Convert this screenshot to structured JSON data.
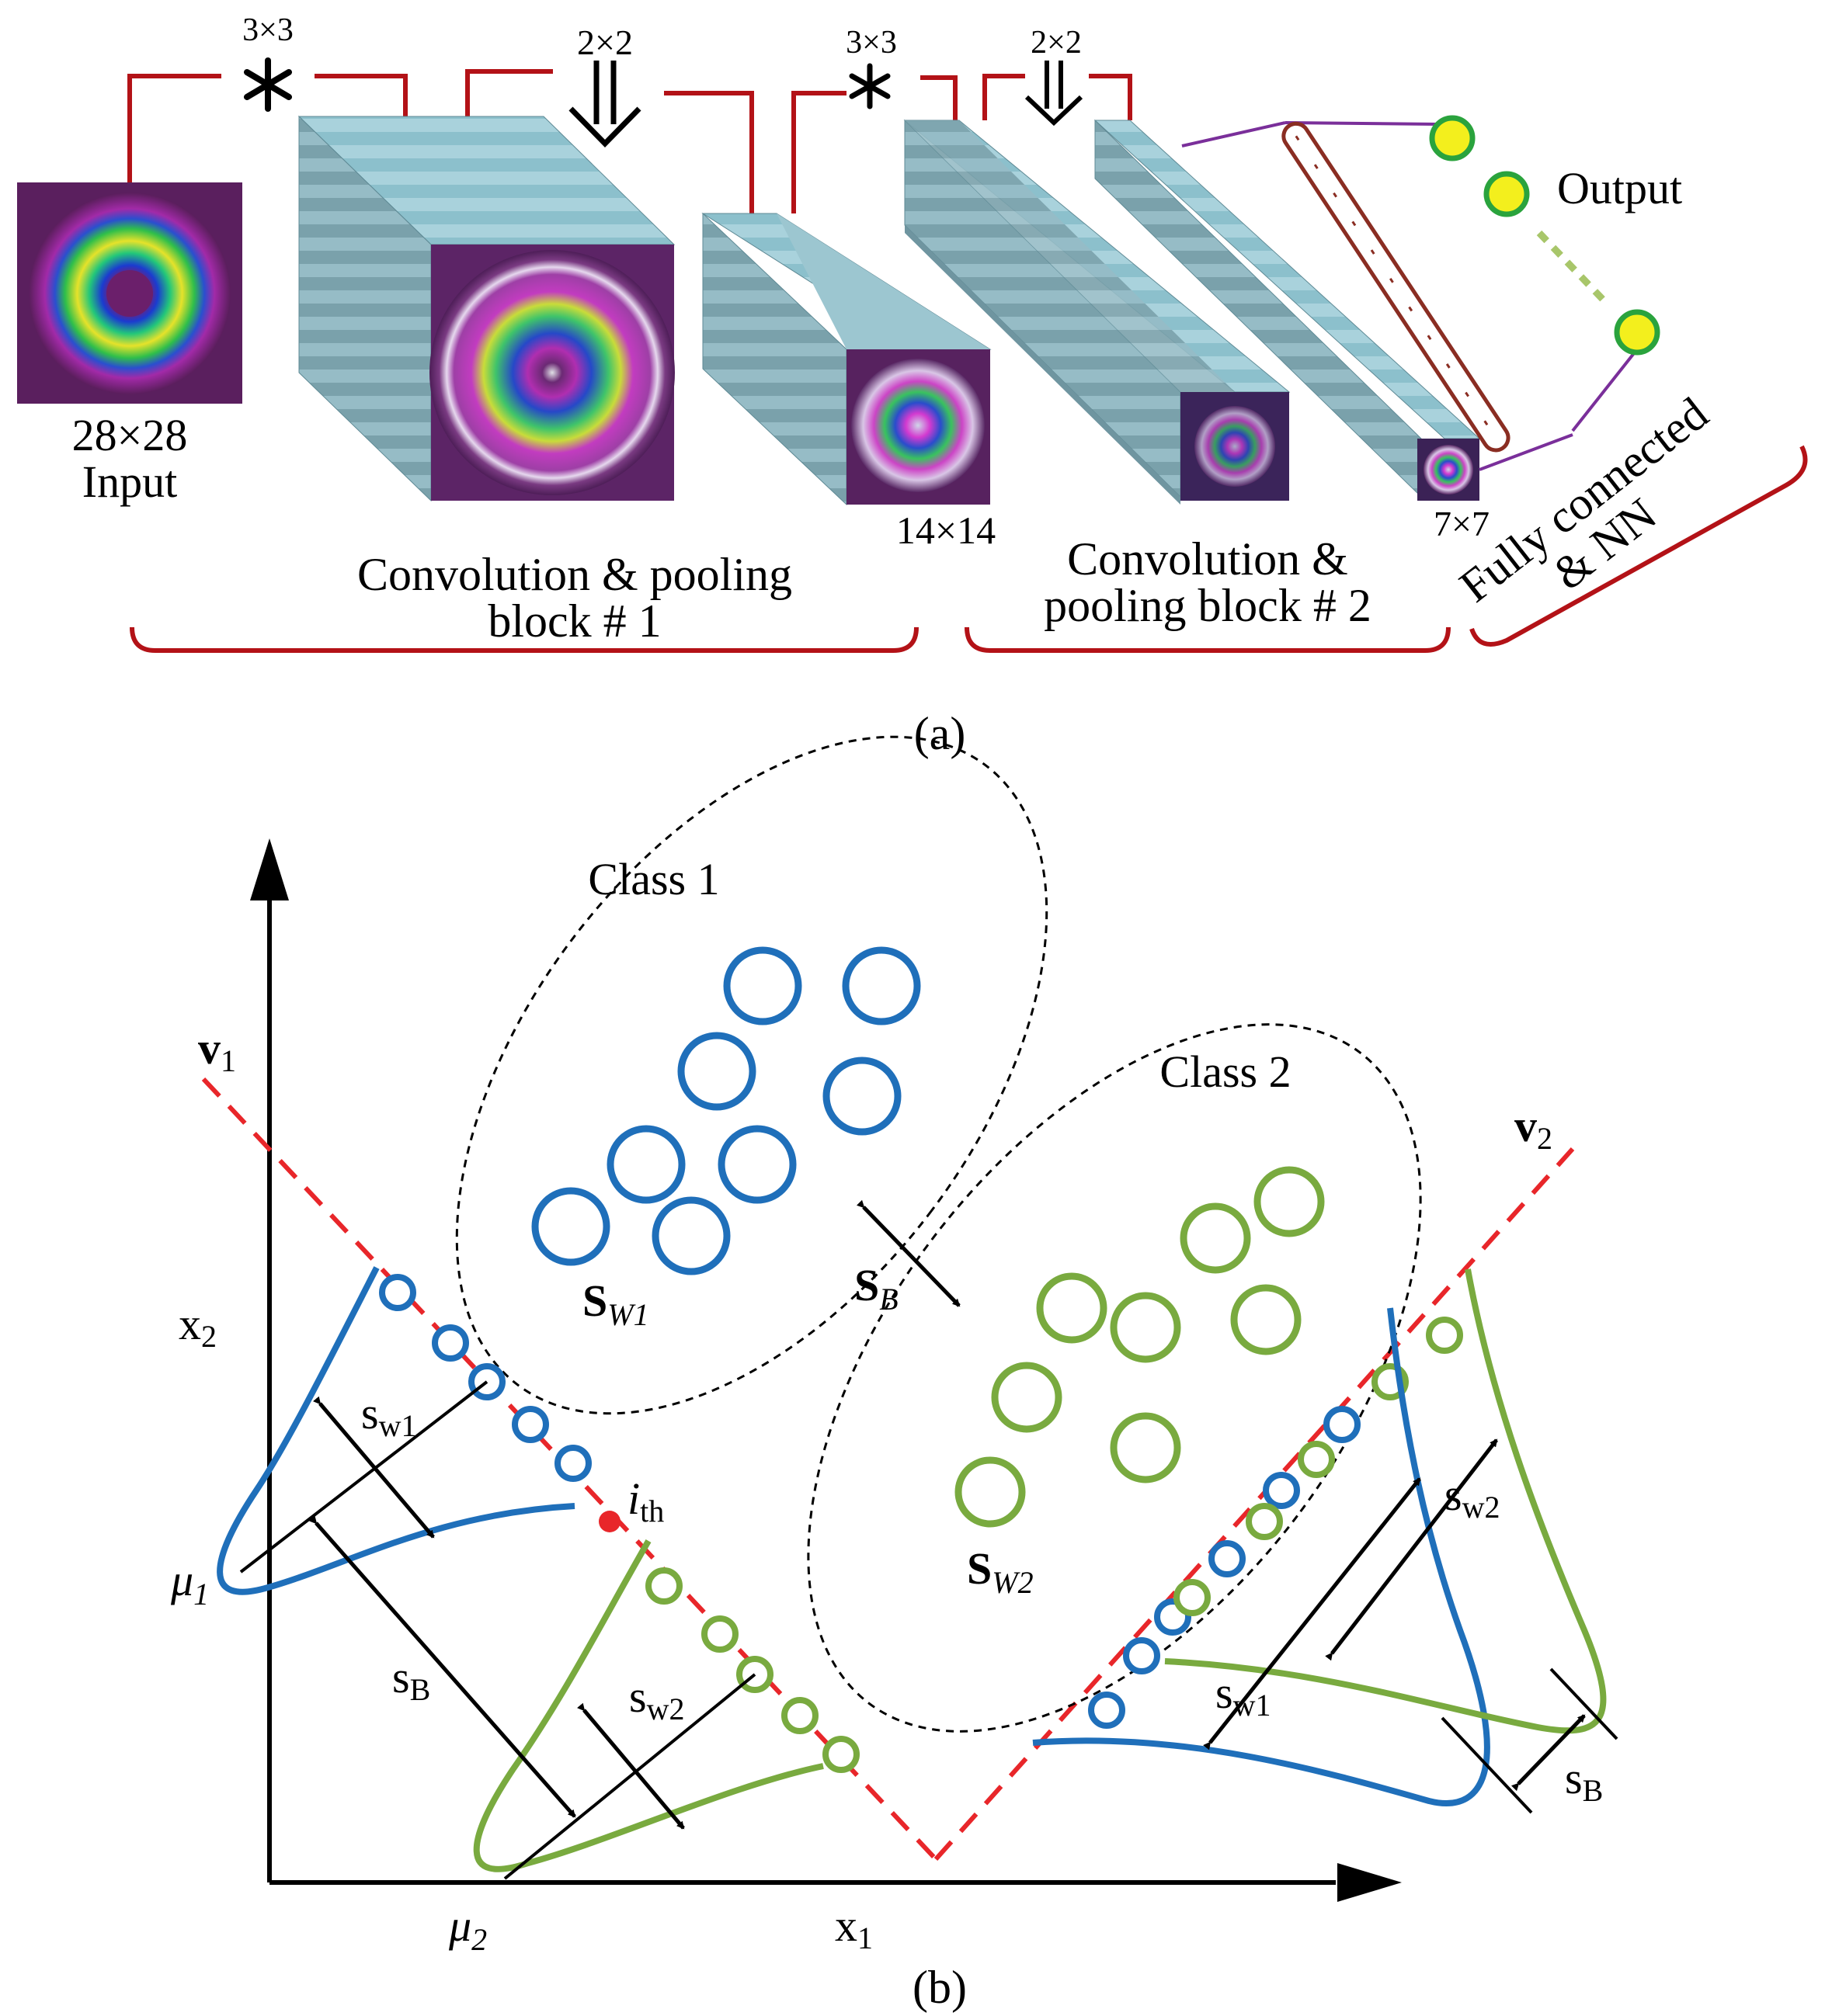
{
  "panel_a": {
    "caption": "(a)",
    "conv1_kernel": "3×3",
    "pool1": "2×2",
    "conv2_kernel": "3×3",
    "pool2": "2×2",
    "input_size": "28×28",
    "input_label": "Input",
    "fm1_size": "14×14",
    "fm2_size": "7×7",
    "output_label": "Output",
    "block1_line1": "Convolution & pooling",
    "block1_line2": "block # 1",
    "block2_line1": "Convolution &",
    "block2_line2": "pooling block # 2",
    "fc_line1": "Fully connected",
    "fc_line2": "& NN"
  },
  "panel_b": {
    "caption": "(b)",
    "class1": "Class 1",
    "class2": "Class 2",
    "v1_main": "v",
    "v1_sub": "1",
    "v2_main": "v",
    "v2_sub": "2",
    "x1_main": "x",
    "x1_sub": "1",
    "x2_main": "x",
    "x2_sub": "2",
    "mu1_main": "μ",
    "mu1_sub": "1",
    "mu2_main": "μ",
    "mu2_sub": "2",
    "ith_main": "i",
    "ith_sub": "th",
    "sw1_cluster_main": "S",
    "sw1_cluster_sub": "W1",
    "sw2_cluster_main": "S",
    "sw2_cluster_sub": "W2",
    "sb_center_main": "S",
    "sb_center_sub": "B",
    "left_sw1_main": "s",
    "left_sw1_sub": "w1",
    "left_sb_main": "s",
    "left_sb_sub": "B",
    "left_sw2_main": "s",
    "left_sw2_sub": "w2",
    "right_sw2_main": "s",
    "right_sw2_sub": "w2",
    "right_sw1_main": "s",
    "right_sw1_sub": "w1",
    "right_sb_main": "s",
    "right_sb_sub": "B"
  },
  "colors": {
    "bracket_red": "#b31217",
    "axis_red_dashed": "#e8262a",
    "class1_blue": "#1f6fba",
    "class2_green": "#79aa3f",
    "neuron_yellow": "#f3ef1d",
    "neuron_ring": "#2aa33d",
    "fc_link_purple": "#7a2f9a",
    "fc_bar_brown": "#8a2d22",
    "block_face": "#8fbfca",
    "block_side": "#6f95a0"
  }
}
